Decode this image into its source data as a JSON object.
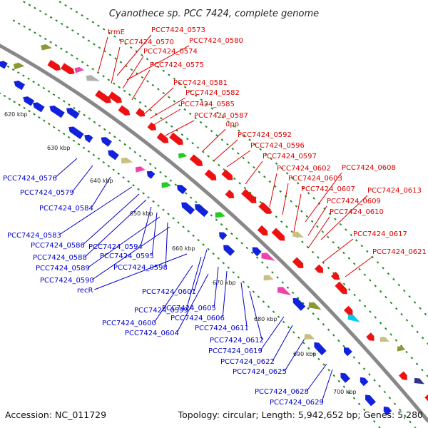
{
  "title": "Cyanothece sp. PCC 7424, complete genome",
  "footer": {
    "accession": "Accession: NC_011729",
    "topology": "Topology: circular; Length: 5,942,652 bp; Genes: 5,280"
  },
  "colors": {
    "forward": "#ee1111",
    "reverse": "#1122dd",
    "label_forward": "#dd0000",
    "label_reverse": "#0000cc",
    "backbone": "#888888",
    "ticks": "#228822",
    "other_features": [
      "#b0b0b0",
      "#8a9a30",
      "#c8c080",
      "#22cc22",
      "#00ccee",
      "#ee44aa",
      "#333388",
      "#808080"
    ]
  },
  "kbp_ticks": [
    "620 kbp",
    "630 kbp",
    "640 kbp",
    "650 kbp",
    "660 kbp",
    "670 kbp",
    "680 kbp",
    "690 kbp",
    "700 kbp"
  ],
  "red_labels": [
    "trmE",
    "PCC7424_0573",
    "PCC7424_0570",
    "PCC7424_0580",
    "PCC7424_0574",
    "PCC7424_0575",
    "PCC7424_0581",
    "PCC7424_0582",
    "PCC7424_0585",
    "PCC7424_0587",
    "upp",
    "PCC7424_0592",
    "PCC7424_0596",
    "PCC7424_0597",
    "PCC7424_0602",
    "PCC7424_0608",
    "PCC7424_0603",
    "PCC7424_0607",
    "PCC7424_0613",
    "PCC7424_0609",
    "PCC7424_0610",
    "PCC7424_0617",
    "PCC7424_0621"
  ],
  "blue_labels": [
    "PCC7424_0576",
    "PCC7424_0579",
    "PCC7424_0584",
    "PCC7424_0583",
    "PCC7424_0586",
    "PCC7424_0588",
    "PCC7424_0594",
    "PCC7424_0595",
    "PCC7424_0589",
    "PCC7424_0598",
    "PCC7424_0590",
    "recR",
    "PCC7424_0601",
    "PCC7424_0599",
    "PCC7424_0605",
    "PCC7424_0606",
    "PCC7424_0600",
    "PCC7424_0604",
    "PCC7424_0611",
    "PCC7424_0612",
    "PCC7424_0619",
    "PCC7424_0622",
    "PCC7424_0625",
    "PCC7424_0628",
    "PCC7424_0629"
  ]
}
